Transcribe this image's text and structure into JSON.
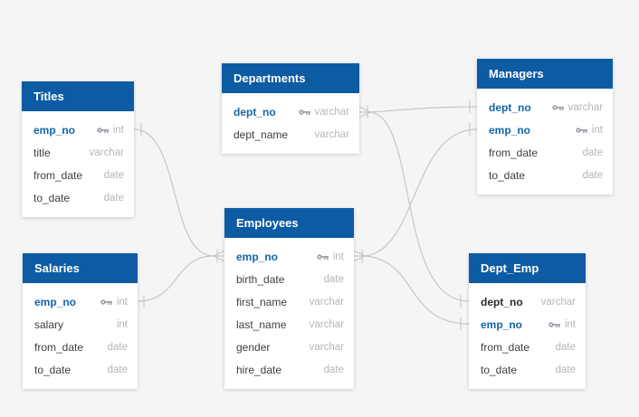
{
  "diagram": {
    "kind": "entity-relationship-diagram",
    "background_color": "#f5f5f6",
    "table_header_color": "#0d5ba3",
    "primary_key_text_color": "#1266a9",
    "relationship_line_color": "#c7c7ca"
  },
  "tables": [
    {
      "name": "Titles",
      "fields": [
        {
          "name": "emp_no",
          "type": "int",
          "key": "primary"
        },
        {
          "name": "title",
          "type": "varchar"
        },
        {
          "name": "from_date",
          "type": "date"
        },
        {
          "name": "to_date",
          "type": "date"
        }
      ]
    },
    {
      "name": "Departments",
      "fields": [
        {
          "name": "dept_no",
          "type": "varchar",
          "key": "primary"
        },
        {
          "name": "dept_name",
          "type": "varchar"
        }
      ]
    },
    {
      "name": "Managers",
      "fields": [
        {
          "name": "dept_no",
          "type": "varchar",
          "key": "primary"
        },
        {
          "name": "emp_no",
          "type": "int",
          "key": "primary"
        },
        {
          "name": "from_date",
          "type": "date"
        },
        {
          "name": "to_date",
          "type": "date"
        }
      ]
    },
    {
      "name": "Employees",
      "fields": [
        {
          "name": "emp_no",
          "type": "int",
          "key": "primary"
        },
        {
          "name": "birth_date",
          "type": "date"
        },
        {
          "name": "first_name",
          "type": "varchar"
        },
        {
          "name": "last_name",
          "type": "varchar"
        },
        {
          "name": "gender",
          "type": "varchar"
        },
        {
          "name": "hire_date",
          "type": "date"
        }
      ]
    },
    {
      "name": "Salaries",
      "fields": [
        {
          "name": "emp_no",
          "type": "int",
          "key": "primary"
        },
        {
          "name": "salary",
          "type": "int"
        },
        {
          "name": "from_date",
          "type": "date"
        },
        {
          "name": "to_date",
          "type": "date"
        }
      ]
    },
    {
      "name": "Dept_Emp",
      "fields": [
        {
          "name": "dept_no",
          "type": "varchar",
          "emphasis": "bold"
        },
        {
          "name": "emp_no",
          "type": "int",
          "key": "primary"
        },
        {
          "name": "from_date",
          "type": "date"
        },
        {
          "name": "to_date",
          "type": "date"
        }
      ]
    }
  ],
  "relationships": [
    {
      "from": "Titles.emp_no",
      "to": "Employees.emp_no"
    },
    {
      "from": "Salaries.emp_no",
      "to": "Employees.emp_no"
    },
    {
      "from": "Managers.dept_no",
      "to": "Departments.dept_no"
    },
    {
      "from": "Dept_Emp.dept_no",
      "to": "Departments.dept_no"
    },
    {
      "from": "Managers.emp_no",
      "to": "Employees.emp_no"
    },
    {
      "from": "Dept_Emp.emp_no",
      "to": "Employees.emp_no"
    }
  ],
  "icons": {
    "primary_key": "key-icon"
  }
}
